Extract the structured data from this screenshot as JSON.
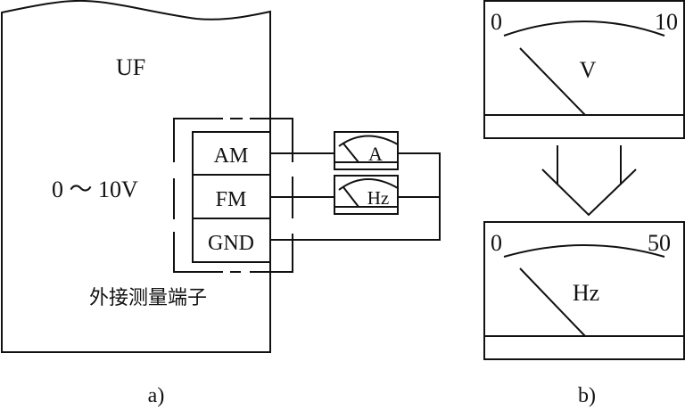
{
  "panel_a": {
    "caption": "a)",
    "device_label": "UF",
    "output_range_label": "0 ～ 10V",
    "terminal_group_label": "外接测量端子",
    "terminals": [
      {
        "label": "AM"
      },
      {
        "label": "FM"
      },
      {
        "label": "GND"
      }
    ],
    "meters": [
      {
        "unit": "A"
      },
      {
        "unit": "Hz"
      }
    ]
  },
  "panel_b": {
    "caption": "b)",
    "meters": [
      {
        "unit": "V",
        "scale_min": "0",
        "scale_max": "10"
      },
      {
        "unit": "Hz",
        "scale_min": "0",
        "scale_max": "50"
      }
    ]
  },
  "colors": {
    "line": "#111111",
    "background": "#ffffff"
  }
}
